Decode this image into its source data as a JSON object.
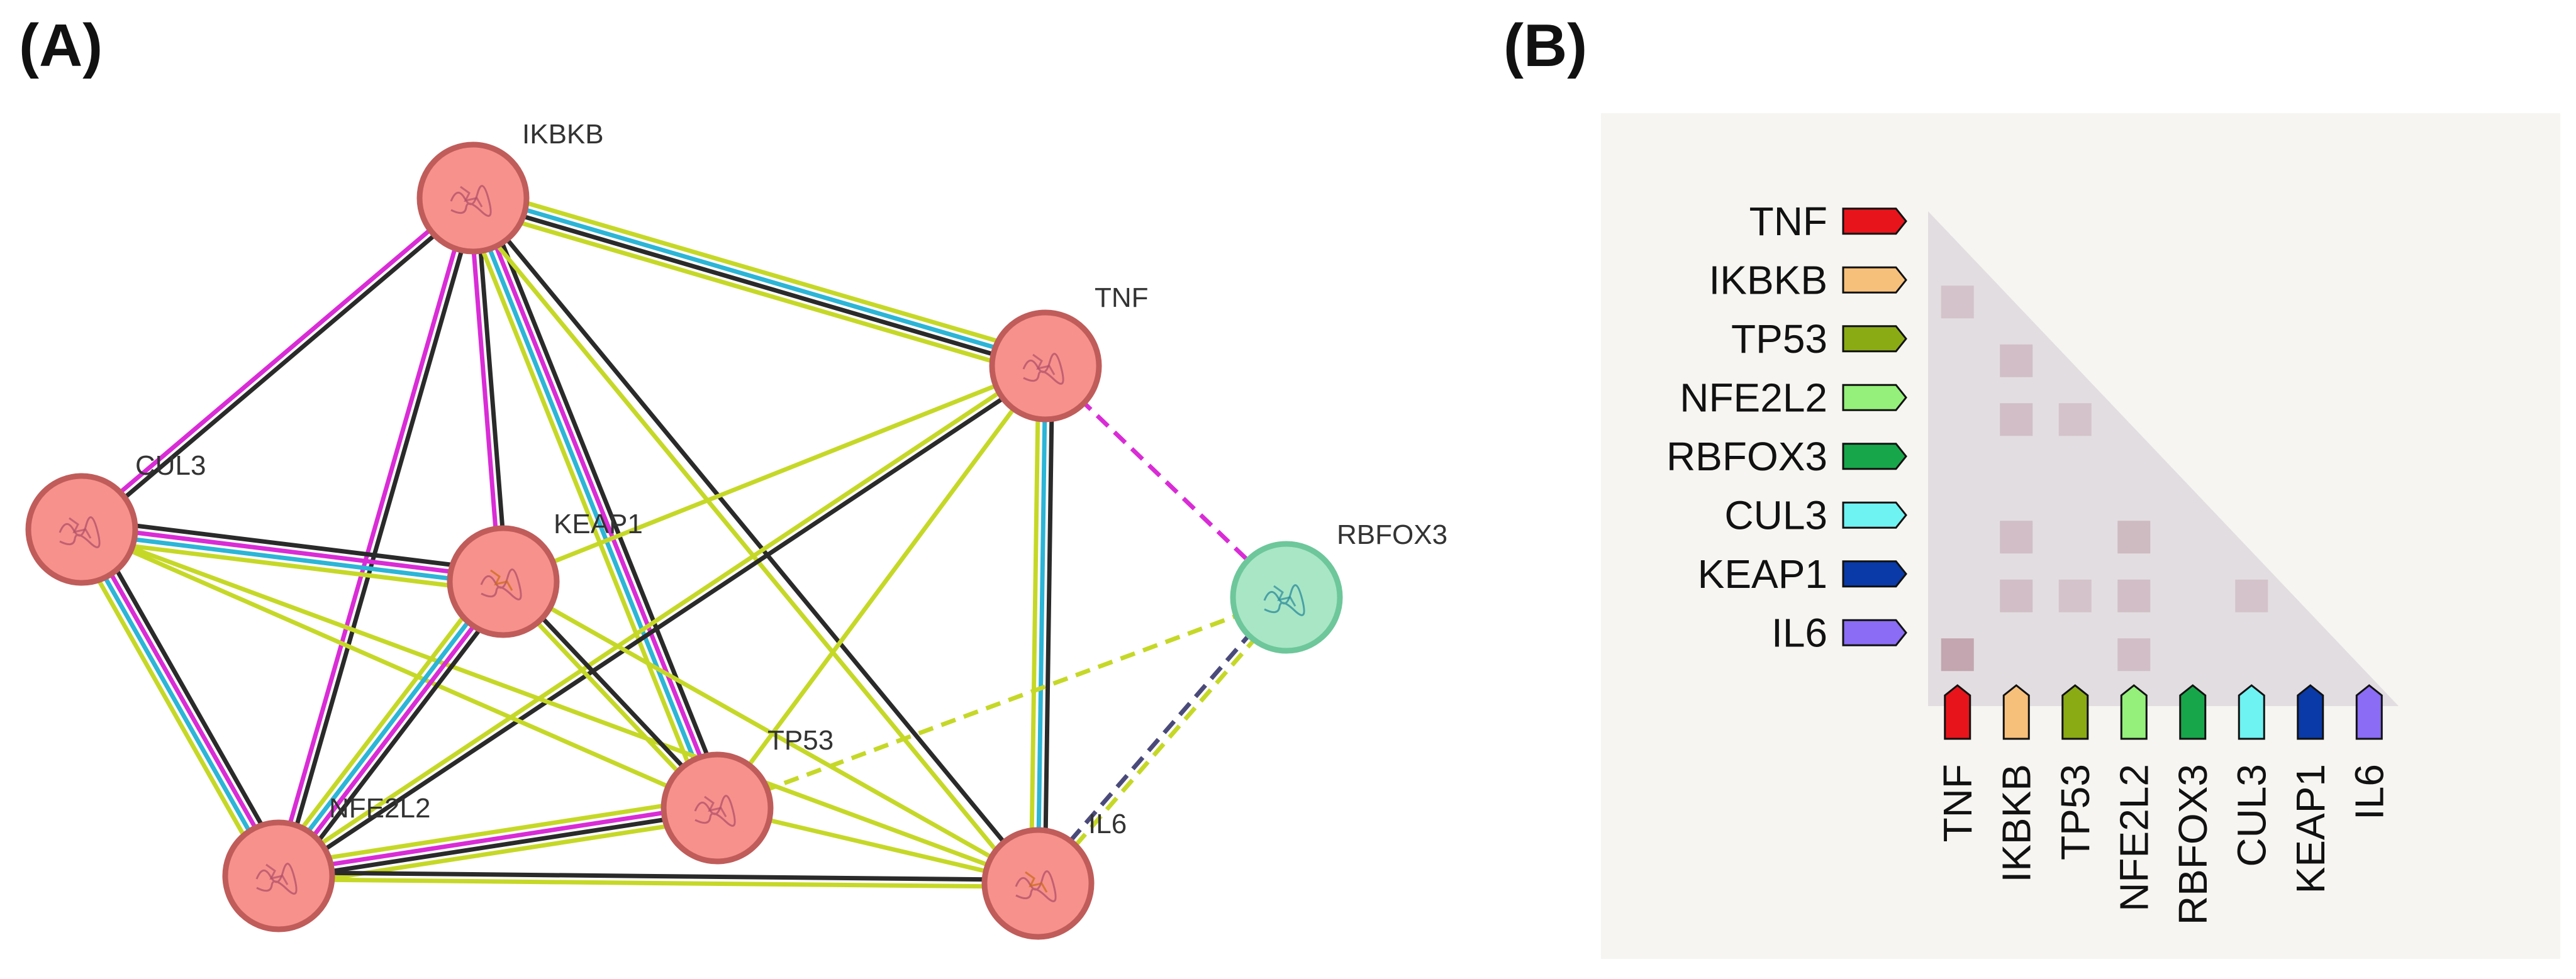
{
  "panels": {
    "a_label": "(A)",
    "b_label": "(B)"
  },
  "network": {
    "nodes": [
      {
        "id": "IKBKB",
        "label": "IKBKB",
        "fill": "#f7918c",
        "stroke": "#c05c5a",
        "icon": "protein-structure-icon"
      },
      {
        "id": "TNF",
        "label": "TNF",
        "fill": "#f7918c",
        "stroke": "#c05c5a",
        "icon": "protein-structure-icon"
      },
      {
        "id": "CUL3",
        "label": "CUL3",
        "fill": "#f7918c",
        "stroke": "#c05c5a",
        "icon": "protein-structure-icon"
      },
      {
        "id": "KEAP1",
        "label": "KEAP1",
        "fill": "#f7918c",
        "stroke": "#c05c5a",
        "icon": "protein-structure-icon"
      },
      {
        "id": "RBFOX3",
        "label": "RBFOX3",
        "fill": "#a9e6c6",
        "stroke": "#6dc79a",
        "icon": "protein-structure-icon"
      },
      {
        "id": "TP53",
        "label": "TP53",
        "fill": "#f7918c",
        "stroke": "#c05c5a",
        "icon": "protein-structure-icon"
      },
      {
        "id": "NFE2L2",
        "label": "NFE2L2",
        "fill": "#f7918c",
        "stroke": "#c05c5a",
        "icon": "protein-structure-icon"
      },
      {
        "id": "IL6",
        "label": "IL6",
        "fill": "#f7918c",
        "stroke": "#c05c5a",
        "icon": "protein-structure-icon"
      }
    ],
    "edges": [
      {
        "a": "IKBKB",
        "b": "TNF",
        "colors": [
          "#c6d827",
          "#2cb5d6",
          "#2a2a2a",
          "#c6d827"
        ]
      },
      {
        "a": "IKBKB",
        "b": "CUL3",
        "colors": [
          "#2a2a2a",
          "#d92cd6"
        ]
      },
      {
        "a": "IKBKB",
        "b": "KEAP1",
        "colors": [
          "#2a2a2a",
          "#d92cd6"
        ]
      },
      {
        "a": "IKBKB",
        "b": "TP53",
        "colors": [
          "#2a2a2a",
          "#d92cd6",
          "#2cb5d6",
          "#c6d827"
        ]
      },
      {
        "a": "IKBKB",
        "b": "NFE2L2",
        "colors": [
          "#2a2a2a",
          "#d92cd6"
        ]
      },
      {
        "a": "IKBKB",
        "b": "IL6",
        "colors": [
          "#2a2a2a"
        ]
      },
      {
        "a": "IKBKB",
        "b": "IL6",
        "colors": [
          "#c6d827"
        ],
        "offset": 18
      },
      {
        "a": "TNF",
        "b": "IL6",
        "colors": [
          "#2a2a2a",
          "#2cb5d6",
          "#c6d827"
        ]
      },
      {
        "a": "TNF",
        "b": "KEAP1",
        "colors": [
          "#c6d827"
        ]
      },
      {
        "a": "TNF",
        "b": "NFE2L2",
        "colors": [
          "#2a2a2a",
          "#c6d827"
        ]
      },
      {
        "a": "TNF",
        "b": "TP53",
        "colors": [
          "#c6d827"
        ]
      },
      {
        "a": "TNF",
        "b": "RBFOX3",
        "colors": [
          "#d92cd6"
        ],
        "dashed": true
      },
      {
        "a": "CUL3",
        "b": "KEAP1",
        "colors": [
          "#2a2a2a",
          "#d92cd6",
          "#2cb5d6",
          "#c6d827"
        ]
      },
      {
        "a": "CUL3",
        "b": "NFE2L2",
        "colors": [
          "#2a2a2a",
          "#d92cd6",
          "#2cb5d6",
          "#c6d827"
        ]
      },
      {
        "a": "CUL3",
        "b": "TP53",
        "colors": [
          "#c6d827"
        ]
      },
      {
        "a": "CUL3",
        "b": "IL6",
        "colors": [
          "#c6d827"
        ]
      },
      {
        "a": "KEAP1",
        "b": "NFE2L2",
        "colors": [
          "#2a2a2a",
          "#d92cd6",
          "#2cb5d6",
          "#c6d827"
        ]
      },
      {
        "a": "KEAP1",
        "b": "TP53",
        "colors": [
          "#2a2a2a",
          "#c6d827"
        ]
      },
      {
        "a": "KEAP1",
        "b": "IL6",
        "colors": [
          "#c6d827"
        ]
      },
      {
        "a": "NFE2L2",
        "b": "TP53",
        "colors": [
          "#c6d827",
          "#d92cd6",
          "#2a2a2a",
          "#c6d827"
        ]
      },
      {
        "a": "NFE2L2",
        "b": "IL6",
        "colors": [
          "#2a2a2a",
          "#c6d827"
        ]
      },
      {
        "a": "TP53",
        "b": "IL6",
        "colors": [
          "#c6d827"
        ]
      },
      {
        "a": "TP53",
        "b": "RBFOX3",
        "colors": [
          "#c6d827"
        ],
        "dashed": true
      },
      {
        "a": "RBFOX3",
        "b": "IL6",
        "colors": [
          "#c6d827",
          "#4a4a7a"
        ],
        "dashed": true
      }
    ]
  },
  "matrix": {
    "genes": [
      {
        "name": "TNF",
        "color": "#e8141b"
      },
      {
        "name": "IKBKB",
        "color": "#f7c07a"
      },
      {
        "name": "TP53",
        "color": "#8aab14"
      },
      {
        "name": "NFE2L2",
        "color": "#94f07a"
      },
      {
        "name": "RBFOX3",
        "color": "#17a64a"
      },
      {
        "name": "CUL3",
        "color": "#6ff2f2"
      },
      {
        "name": "KEAP1",
        "color": "#0a3aa8"
      },
      {
        "name": "IL6",
        "color": "#8a6cf5"
      }
    ],
    "background": "#f6f5f1",
    "triangle": "#e2dde1",
    "cells": [
      {
        "row": 1,
        "col": 0,
        "level": 0.25
      },
      {
        "row": 2,
        "col": 1,
        "level": 0.3
      },
      {
        "row": 3,
        "col": 1,
        "level": 0.3
      },
      {
        "row": 3,
        "col": 2,
        "level": 0.25
      },
      {
        "row": 5,
        "col": 1,
        "level": 0.3
      },
      {
        "row": 5,
        "col": 3,
        "level": 0.35
      },
      {
        "row": 6,
        "col": 1,
        "level": 0.3
      },
      {
        "row": 6,
        "col": 2,
        "level": 0.25
      },
      {
        "row": 6,
        "col": 3,
        "level": 0.3
      },
      {
        "row": 6,
        "col": 5,
        "level": 0.25
      },
      {
        "row": 7,
        "col": 0,
        "level": 0.55
      },
      {
        "row": 7,
        "col": 3,
        "level": 0.3
      }
    ]
  }
}
